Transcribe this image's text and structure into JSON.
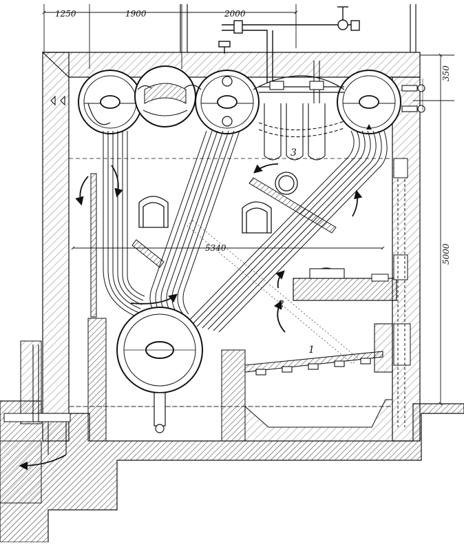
{
  "dimensions": {
    "top_a": "1250",
    "top_b": "1900",
    "top_c": "2000",
    "side_small": "350",
    "width_inner": "5340",
    "height_right": "5000"
  },
  "labels": {
    "grate": "1",
    "furnace_zone": "2",
    "superheater": "3"
  },
  "colors": {
    "ink": "#1a1a1a",
    "paper": "#ffffff"
  }
}
